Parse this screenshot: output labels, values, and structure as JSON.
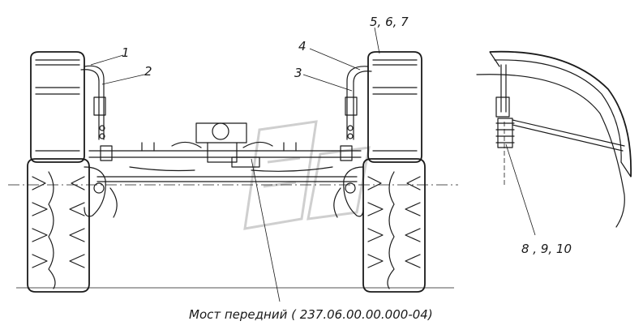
{
  "labels": {
    "l1": "1",
    "l2": "2",
    "l3": "3",
    "l4": "4",
    "l567": "5, 6, 7",
    "l8910": "8 , 9, 10",
    "caption": "Мост передний ( 237.06.00.00.000-04)"
  }
}
